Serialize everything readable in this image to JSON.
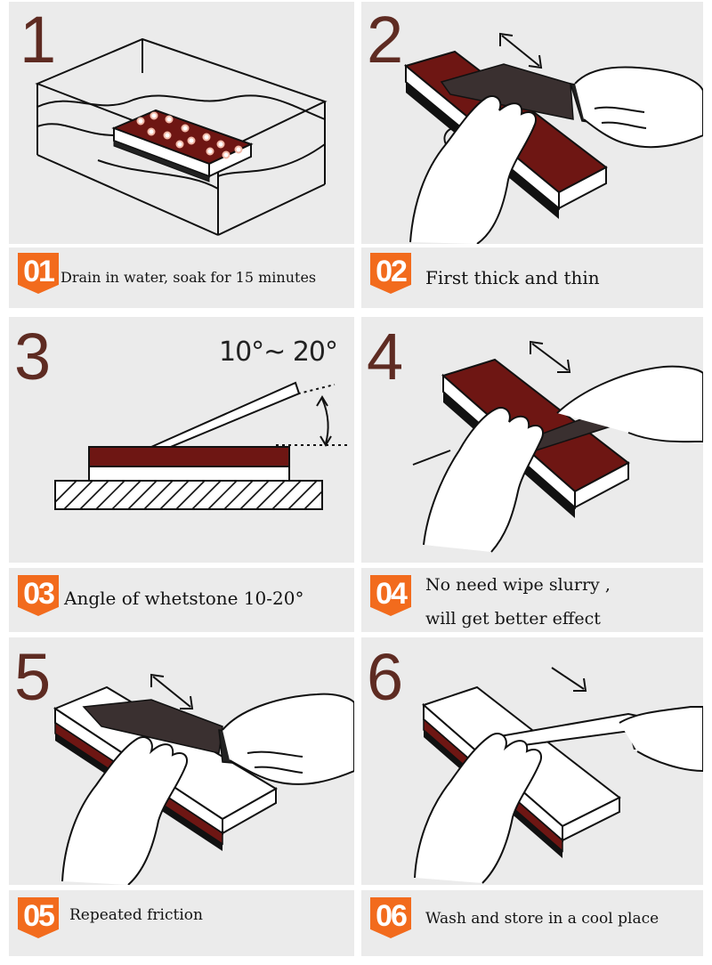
{
  "steps": [
    {
      "num": "1",
      "badge": "01",
      "caption": "Drain in water, soak for 15 minutes"
    },
    {
      "num": "2",
      "badge": "02",
      "caption": "First thick and thin"
    },
    {
      "num": "3",
      "badge": "03",
      "caption": "Angle of whetstone 10-20°",
      "angle_label": "10°~ 20°"
    },
    {
      "num": "4",
      "badge": "04",
      "caption_line1": "No need wipe slurry ,",
      "caption_line2": "will get better effect"
    },
    {
      "num": "5",
      "badge": "05",
      "caption": "Repeated friction"
    },
    {
      "num": "6",
      "badge": "06",
      "caption": "Wash and store in a cool place"
    }
  ],
  "colors": {
    "step_number": "#5e2b22",
    "badge": "#f26b1d",
    "stone_red": "#7a1a16",
    "panel_bg": "#ebebeb"
  }
}
